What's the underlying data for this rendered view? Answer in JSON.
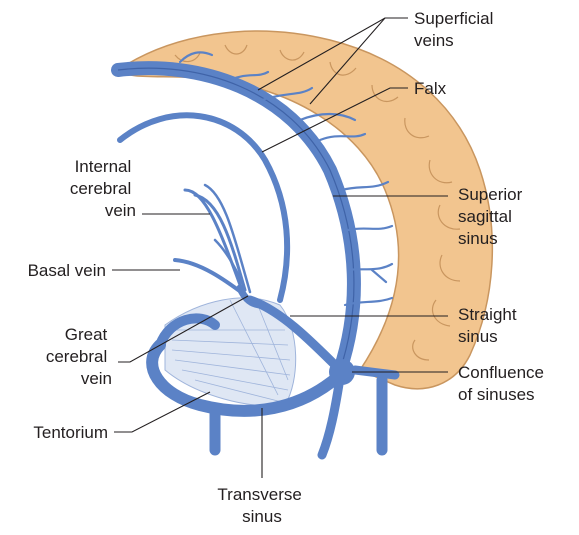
{
  "labels": {
    "superficial_veins": [
      "Superficial",
      "veins"
    ],
    "falx": [
      "Falx"
    ],
    "superior_sagittal_sinus": [
      "Superior",
      "sagittal",
      "sinus"
    ],
    "internal_cerebral_vein": [
      "Internal",
      "cerebral",
      "vein"
    ],
    "basal_vein": [
      "Basal vein"
    ],
    "great_cerebral_vein": [
      "Great",
      "cerebral",
      "vein"
    ],
    "straight_sinus": [
      "Straight",
      "sinus"
    ],
    "confluence_of_sinuses": [
      "Confluence",
      "of sinuses"
    ],
    "tentorium": [
      "Tentorium"
    ],
    "transverse_sinus": [
      "Transverse",
      "sinus"
    ]
  },
  "colors": {
    "cortex": "#f2c58f",
    "cortex_outline": "#c9965f",
    "vein": "#5b82c6",
    "vein_dark": "#3f63a8",
    "falx": "#ffffff",
    "tentorium": "#dfe7f4",
    "text": "#231f20"
  }
}
